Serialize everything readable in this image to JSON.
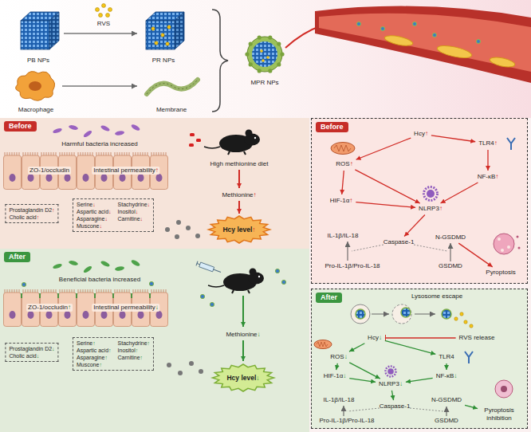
{
  "diagram": {
    "nodes": [
      {
        "text": [
          "Before"
        ]
      },
      {
        "text": [
          "Prostaglandin D2↑",
          "Cholic acid↑"
        ],
        "in": 0
      },
      {
        "text": [
          "Serine↓",
          "Aspartic acid↓",
          "Asparagine↓",
          "Muscone↓",
          "Stachydrine↓",
          "Inositol↓",
          "Carnitine↓"
        ],
        "in": 0
      },
      {
        "text": [
          "Hcy level↑"
        ],
        "in": 0
      },
      {
        "text": [
          "After"
        ]
      },
      {
        "text": [
          "Prostaglandin D2↓",
          "Cholic acid↓"
        ],
        "in": 4
      },
      {
        "text": [
          "Serine↑",
          "Aspartic acid↑",
          "Asparagine↑",
          "Muscone↑",
          "Stachydrine↑",
          "Inositol↑",
          "Carnitine↑"
        ],
        "in": 4
      },
      {
        "text": [
          "Hcy level↓"
        ],
        "in": 4
      },
      {
        "text": [
          "Before"
        ]
      },
      {
        "text": [
          "Hcy↑"
        ],
        "in": 8
      },
      {
        "text": [
          "ROS↑"
        ],
        "in": 8
      },
      {
        "text": [
          "TLR4↑"
        ],
        "in": 8
      },
      {
        "text": [
          "HIF-1α↑"
        ],
        "in": 8
      },
      {
        "text": [
          "NF-κB↑"
        ],
        "in": 8
      },
      {
        "text": [
          "NLRP3↑"
        ],
        "in": 8
      },
      {
        "text": [
          "Caspase-1"
        ],
        "in": 8
      },
      {
        "text": [
          "N-GSDMD"
        ],
        "in": 8
      },
      {
        "text": [
          "Pyroptosis"
        ],
        "in": 8
      },
      {
        "text": [
          "After"
        ]
      },
      {
        "text": [
          "RVS release"
        ],
        "in": 18
      },
      {
        "text": [
          "Hcy↓"
        ],
        "in": 18
      },
      {
        "text": [
          "ROS↓"
        ],
        "in": 18
      },
      {
        "text": [
          "TLR4"
        ],
        "in": 18
      },
      {
        "text": [
          "HIF-1α↓"
        ],
        "in": 18
      },
      {
        "text": [
          "NF-κB↓"
        ],
        "in": 18
      },
      {
        "text": [
          "NLRP3↓"
        ],
        "in": 18
      },
      {
        "text": [
          "Caspase-1"
        ],
        "in": 18
      },
      {
        "text": [
          "N-GSDMD"
        ],
        "in": 18
      },
      {
        "text": [
          "Pyroptosis inhibition"
        ],
        "in": 18
      }
    ],
    "edges": [
      {
        "from": 9,
        "to": 10,
        "arrow": "to"
      },
      {
        "from": 9,
        "to": 11,
        "arrow": "to"
      },
      {
        "from": 10,
        "to": 12,
        "arrow": "to"
      },
      {
        "from": 10,
        "to": 14,
        "arrow": "to"
      },
      {
        "from": 11,
        "to": 13,
        "arrow": "to"
      },
      {
        "from": 13,
        "to": 14,
        "arrow": "to"
      },
      {
        "from": 12,
        "to": 14,
        "arrow": "to"
      },
      {
        "from": 14,
        "to": 15,
        "arrow": "to"
      },
      {
        "from": 16,
        "to": 17,
        "arrow": "to"
      },
      {
        "from": 19,
        "to": 20,
        "arrow": "to"
      },
      {
        "from": 20,
        "to": 21,
        "arrow": "to"
      },
      {
        "from": 20,
        "to": 22,
        "arrow": "to"
      },
      {
        "from": 21,
        "to": 23,
        "arrow": "to"
      },
      {
        "from": 21,
        "to": 25,
        "arrow": "to"
      },
      {
        "from": 22,
        "to": 24,
        "arrow": "to"
      },
      {
        "from": 24,
        "to": 25,
        "arrow": "to"
      },
      {
        "from": 23,
        "to": 25,
        "arrow": "to"
      },
      {
        "from": 25,
        "to": 26,
        "arrow": "to"
      },
      {
        "from": 27,
        "to": 28,
        "arrow": "to"
      }
    ],
    "labels": [
      "PB NPs",
      "RVS",
      "PR NPs",
      "Macrophage",
      "Membrane",
      "MPR NPs",
      "Harmful bacteria increased",
      "ZO-1/occludin",
      "Intestinal permeability↑",
      "High methionine diet",
      "Methionine↑",
      "IL-1β/IL-18",
      "Pro-IL-1β/Pro-IL-18",
      "GSDMD",
      "Beneficial bacteria increased",
      "ZO-1/occludin↑",
      "Intestinal permeability↓",
      "Methionine↓",
      "Lysosome escape",
      "IL-1β/IL-18",
      "Pro-IL-1β/Pro-IL-18",
      "GSDMD"
    ]
  }
}
